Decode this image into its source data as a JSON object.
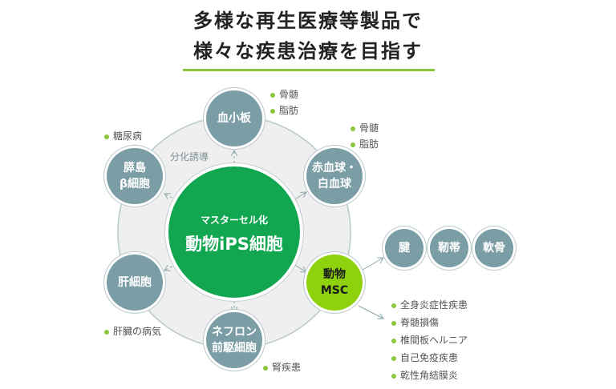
{
  "title": {
    "line1": "多様な再生医療等製品で",
    "line2": "様々な疾患治療を目指す"
  },
  "ring_label": "分化誘導",
  "center": {
    "subtitle": "マスターセル化",
    "title": "動物iPS細胞"
  },
  "nodes": {
    "platelet": {
      "label": "血小板",
      "tags": [
        "骨髄",
        "脂肪"
      ]
    },
    "blood": {
      "line1": "赤血球・",
      "line2": "白血球",
      "tags": [
        "骨髄",
        "脂肪"
      ]
    },
    "msc": {
      "line1": "動物",
      "line2": "MSC"
    },
    "nephron": {
      "line1": "ネフロン",
      "line2": "前駆細胞",
      "tags": [
        "腎疾患"
      ]
    },
    "liver": {
      "label": "肝細胞",
      "tags": [
        "肝臓の病気"
      ]
    },
    "islet": {
      "line1": "膵島",
      "line2": "β細胞",
      "tags": [
        "糖尿病"
      ]
    }
  },
  "msc_targets": [
    "腱",
    "靭帯",
    "軟骨"
  ],
  "msc_diseases": [
    "全身炎症性疾患",
    "脊髄損傷",
    "椎間板ヘルニア",
    "自己免疫疾患",
    "乾性角結膜炎"
  ]
}
